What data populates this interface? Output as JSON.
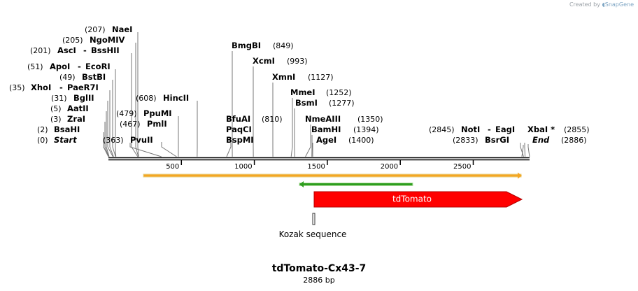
{
  "credit": {
    "prefix": "Created by",
    "brand": "SnapGene"
  },
  "plasmid": {
    "name": "tdTomato-Cx43-7",
    "length_label": "2886 bp",
    "length": 2886
  },
  "axis": {
    "ticks": [
      {
        "value": 500,
        "label": "500"
      },
      {
        "value": 1000,
        "label": "1000"
      },
      {
        "value": 1500,
        "label": "1500"
      },
      {
        "value": 2000,
        "label": "2000"
      },
      {
        "value": 2500,
        "label": "2500"
      }
    ]
  },
  "sites": [
    {
      "name": "NaeI",
      "pos": "(207)",
      "bp": 207
    },
    {
      "name": "NgoMIV",
      "pos": "(205)",
      "bp": 205
    },
    {
      "name": "AscI",
      "name2": "BssHII",
      "pos": "(201)",
      "bp": 201
    },
    {
      "name": "ApoI",
      "name2": "EcoRI",
      "pos": "(51)",
      "bp": 51
    },
    {
      "name": "BstBI",
      "pos": "(49)",
      "bp": 49
    },
    {
      "name": "XhoI",
      "name2": "PaeR7I",
      "pos": "(35)",
      "bp": 35
    },
    {
      "name": "BglII",
      "pos": "(31)",
      "bp": 31
    },
    {
      "name": "AatII",
      "pos": "(5)",
      "bp": 5
    },
    {
      "name": "ZraI",
      "pos": "(3)",
      "bp": 3
    },
    {
      "name": "BsaHI",
      "pos": "(2)",
      "bp": 2
    },
    {
      "name": "Start",
      "pos": "(0)",
      "bp": 0,
      "italic": true
    },
    {
      "name": "PvuII",
      "pos": "(363)",
      "bp": 363
    },
    {
      "name": "PmlI",
      "pos": "(467)",
      "bp": 467
    },
    {
      "name": "PpuMI",
      "pos": "(479)",
      "bp": 479
    },
    {
      "name": "HincII",
      "pos": "(608)",
      "bp": 608
    },
    {
      "name": "BmgBI",
      "pos": "(849)",
      "bp": 849
    },
    {
      "name": "BfuAI",
      "pos": "(810)",
      "bp": 810
    },
    {
      "name": "PaqCI",
      "bp": 810
    },
    {
      "name": "BspMI",
      "bp": 810
    },
    {
      "name": "XcmI",
      "pos": "(993)",
      "bp": 993
    },
    {
      "name": "XmnI",
      "pos": "(1127)",
      "bp": 1127
    },
    {
      "name": "MmeI",
      "pos": "(1252)",
      "bp": 1252
    },
    {
      "name": "BsmI",
      "pos": "(1277)",
      "bp": 1277
    },
    {
      "name": "NmeAIII",
      "pos": "(1350)",
      "bp": 1350
    },
    {
      "name": "BamHI",
      "pos": "(1394)",
      "bp": 1394
    },
    {
      "name": "AgeI",
      "pos": "(1400)",
      "bp": 1400
    },
    {
      "name": "NotI",
      "name2": "EagI",
      "pos": "(2845)",
      "bp": 2845
    },
    {
      "name": "BsrGI",
      "pos": "(2833)",
      "bp": 2833
    },
    {
      "name": "XbaI *",
      "pos": "(2855)",
      "bp": 2855
    },
    {
      "name": "End",
      "pos": "(2886)",
      "bp": 2886,
      "italic": true
    }
  ],
  "features": {
    "orange_bar": {
      "start": 240,
      "end": 2845,
      "color": "#f5a623"
    },
    "green_bar": {
      "start": 1320,
      "end": 2120,
      "color": "#2e9e1f"
    },
    "tdTomato": {
      "label": "tdTomato",
      "start": 1400,
      "end": 2845,
      "color": "#ff0000"
    },
    "kozak": {
      "label": "Kozak sequence",
      "bp": 1393
    }
  }
}
